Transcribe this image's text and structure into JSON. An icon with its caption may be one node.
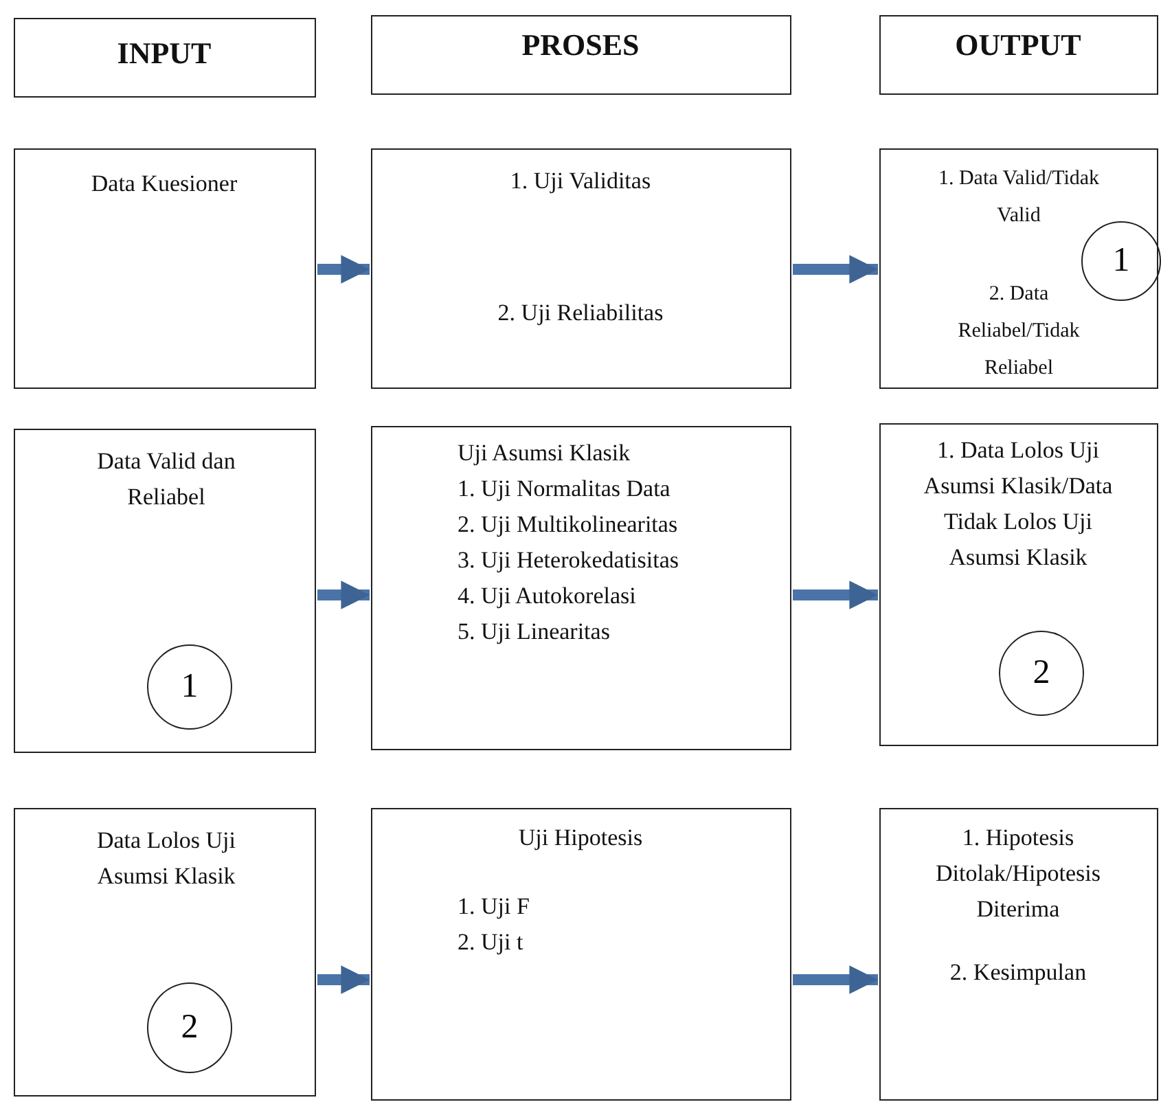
{
  "diagram": {
    "nodes": [
      {
        "text": [
          "INPUT"
        ]
      },
      {
        "text": [
          "PROSES"
        ]
      },
      {
        "text": [
          "OUTPUT"
        ]
      },
      {
        "text": [
          "Data Kuesioner"
        ]
      },
      {
        "text": [
          "1. Uji Validitas",
          "2. Uji Reliabilitas"
        ]
      },
      {
        "text": [
          "1. Data Valid/Tidak Valid",
          "2. Data Reliabel/Tidak Reliabel"
        ]
      },
      {
        "text": [
          "1"
        ],
        "in": 5
      },
      {
        "text": [
          "Data Valid dan Reliabel"
        ]
      },
      {
        "text": [
          "1"
        ],
        "in": 7
      },
      {
        "text": [
          "Uji Asumsi Klasik",
          "1. Uji Normalitas Data",
          "2. Uji Multikolinearitas",
          "3. Uji Heterokedatisitas",
          "4. Uji Autokorelasi",
          "5. Uji Linearitas"
        ]
      },
      {
        "text": [
          "1. Data Lolos Uji Asumsi Klasik/Data Tidak Lolos Uji Asumsi Klasik"
        ]
      },
      {
        "text": [
          "2"
        ],
        "in": 10
      },
      {
        "text": [
          "Data Lolos Uji Asumsi Klasik"
        ]
      },
      {
        "text": [
          "2"
        ],
        "in": 12
      },
      {
        "text": [
          "Uji Hipotesis",
          "1. Uji F",
          "2. Uji t"
        ]
      },
      {
        "text": [
          "1. Hipotesis Ditolak/Hipotesis Diterima",
          "2. Kesimpulan"
        ]
      }
    ],
    "edges": [
      {
        "from": 3,
        "to": 4,
        "arrow": "to"
      },
      {
        "from": 4,
        "to": 5,
        "arrow": "to"
      },
      {
        "from": 7,
        "to": 9,
        "arrow": "to"
      },
      {
        "from": 9,
        "to": 10,
        "arrow": "to"
      },
      {
        "from": 12,
        "to": 14,
        "arrow": "to"
      },
      {
        "from": 14,
        "to": 15,
        "arrow": "to"
      }
    ]
  }
}
